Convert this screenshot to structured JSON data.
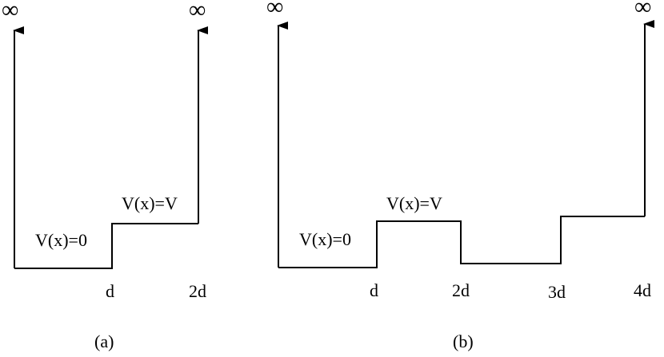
{
  "diagram_a": {
    "infinity_left": "∞",
    "infinity_right": "∞",
    "region1_label": "V(x)=0",
    "region2_label": "V(x)=V",
    "tick_d": "d",
    "tick_2d": "2d",
    "caption": "(a)"
  },
  "diagram_b": {
    "infinity_left": "∞",
    "infinity_right": "∞",
    "region1_label": "V(x)=0",
    "region2_label": "V(x)=V",
    "tick_d": "d",
    "tick_2d": "2d",
    "tick_3d": "3d",
    "tick_4d": "4d",
    "caption": "(b)"
  }
}
